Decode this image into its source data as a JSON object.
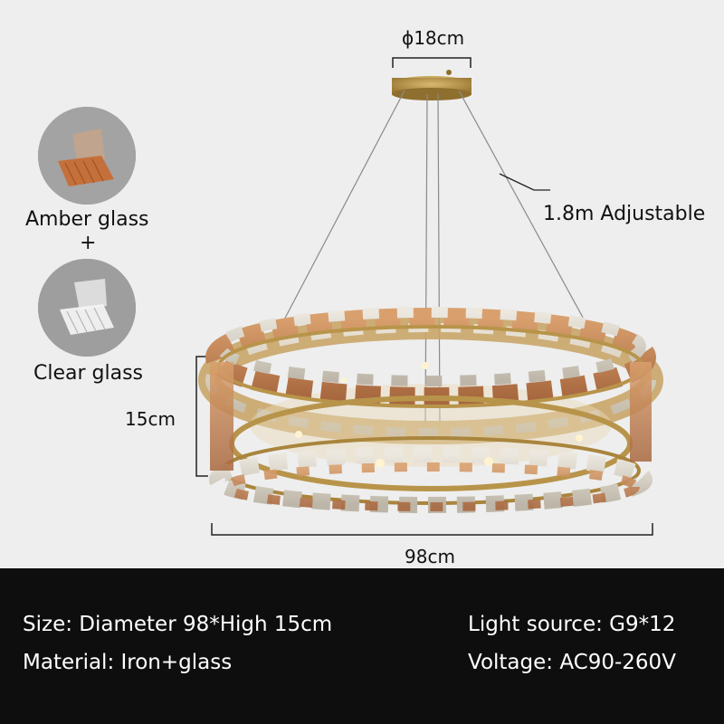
{
  "dimensions": {
    "top_diameter": "ϕ18cm",
    "cable": "1.8m Adjustable",
    "height": "15cm",
    "width": "98cm"
  },
  "glass_options": {
    "amber": "Amber glass",
    "plus": "+",
    "clear": "Clear glass"
  },
  "specs": {
    "size": "Size: Diameter 98*High 15cm",
    "material": "Material: Iron+glass",
    "light_source": "Light source: G9*12",
    "voltage": "Voltage: AC90-260V"
  },
  "colors": {
    "background": "#eeeeee",
    "info_bar": "#0e0e0e",
    "brass": "#b8944a",
    "amber": "#c9895a",
    "clear": "#d8d3c8"
  }
}
